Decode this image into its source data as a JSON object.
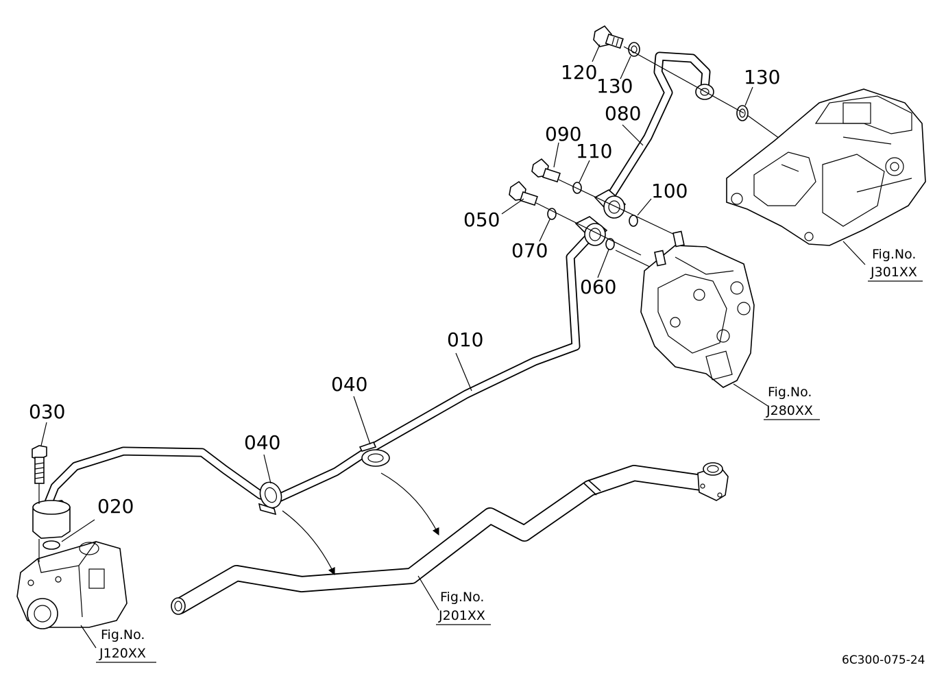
{
  "parts": {
    "p010": "010",
    "p020": "020",
    "p030": "030",
    "p040a": "040",
    "p040b": "040",
    "p050": "050",
    "p060": "060",
    "p070": "070",
    "p080": "080",
    "p090": "090",
    "p100": "100",
    "p110": "110",
    "p120": "120",
    "p130a": "130",
    "p130b": "130"
  },
  "refs": {
    "j301": {
      "fig": "Fig.No.",
      "code": "J301XX"
    },
    "j280": {
      "fig": "Fig.No.",
      "code": "J280XX"
    },
    "j201": {
      "fig": "Fig.No.",
      "code": "J201XX"
    },
    "j120": {
      "fig": "Fig.No.",
      "code": "J120XX"
    }
  },
  "document_code": "6C300-075-24"
}
